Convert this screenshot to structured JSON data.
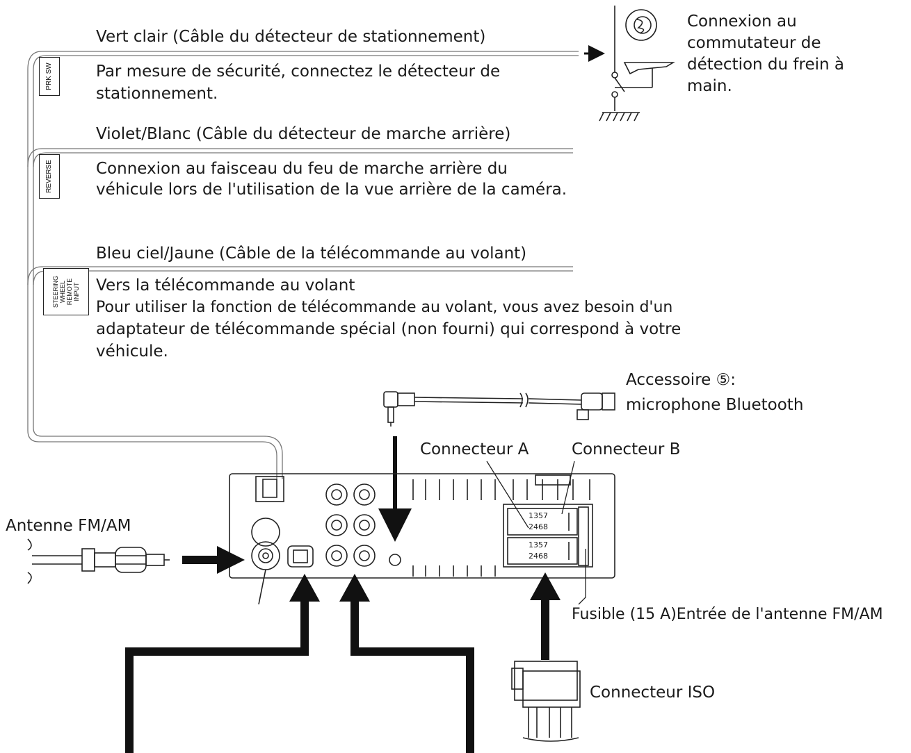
{
  "parking": {
    "tag": "PRK SW",
    "cable_title": "Vert clair (Câble du détecteur de stationnement)",
    "cable_desc_1": "Par mesure de sécurité, connectez le détecteur de",
    "cable_desc_2": "stationnement.",
    "brake_label_1": "Connexion au",
    "brake_label_2": "commutateur de",
    "brake_label_3": "détection du frein à",
    "brake_label_4": "main."
  },
  "reverse": {
    "tag": "REVERSE",
    "cable_title": "Violet/Blanc (Câble du détecteur de marche arrière)",
    "cable_desc_1": "Connexion au faisceau du feu de marche arrière du",
    "cable_desc_2": "véhicule lors de l'utilisation de la vue arrière de la caméra."
  },
  "steering": {
    "tag_lines": [
      "STEERING",
      "WHEEL",
      "REMOTE",
      "INPUT"
    ],
    "cable_title": "Bleu ciel/Jaune (Câble de la télécommande au volant)",
    "desc_1": "Vers la télécommande au volant",
    "desc_2": "Pour utiliser la fonction de télécommande au volant, vous avez besoin d'un",
    "desc_3": "adaptateur de télécommande spécial (non fourni) qui correspond à votre",
    "desc_4": "véhicule."
  },
  "microphone": {
    "label_1": "Accessoire ⑤:",
    "label_2": "microphone Bluetooth"
  },
  "connectors": {
    "a_label": "Connecteur A",
    "b_label": "Connecteur B",
    "pins_odd": "1357",
    "pins_even": "2468",
    "fuse_label": "Fusible (15 A)Entrée de l'antenne FM/AM",
    "iso_label": "Connecteur ISO"
  },
  "antenna": {
    "label": "Antenne FM/AM"
  }
}
